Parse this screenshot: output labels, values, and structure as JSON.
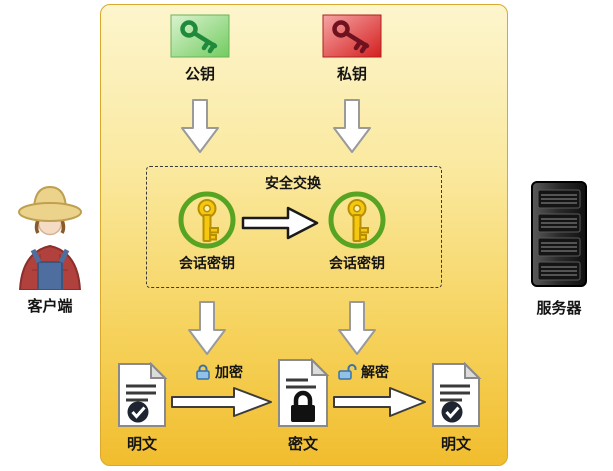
{
  "diagram": {
    "labels": {
      "public_key": "公钥",
      "private_key": "私钥",
      "secure_exchange": "安全交换",
      "session_key_left": "会话密钥",
      "session_key_right": "会话密钥",
      "client": "客户端",
      "server": "服务器",
      "encrypt": "加密",
      "decrypt": "解密",
      "plaintext_left": "明文",
      "ciphertext": "密文",
      "plaintext_right": "明文"
    },
    "icons": {
      "public_key": "green-key-icon",
      "private_key": "red-key-icon",
      "session_key": "yellow-key-in-green-ring-icon",
      "client": "farmer-person-icon",
      "server": "server-tower-icon",
      "encrypt": "closed-lock-icon",
      "decrypt": "open-lock-icon",
      "plaintext": "document-with-check-icon",
      "ciphertext": "document-with-lock-icon"
    },
    "colors": {
      "panel_top": "#fdf5cd",
      "panel_bottom": "#f1bd2e",
      "public_key_green": "#1f8a3c",
      "private_key_red": "#d62020",
      "session_ring_green": "#57a322",
      "session_key_yellow": "#f5c70e",
      "arrow_fill": "#ffffff",
      "arrow_stroke": "#9a9a9a"
    }
  }
}
